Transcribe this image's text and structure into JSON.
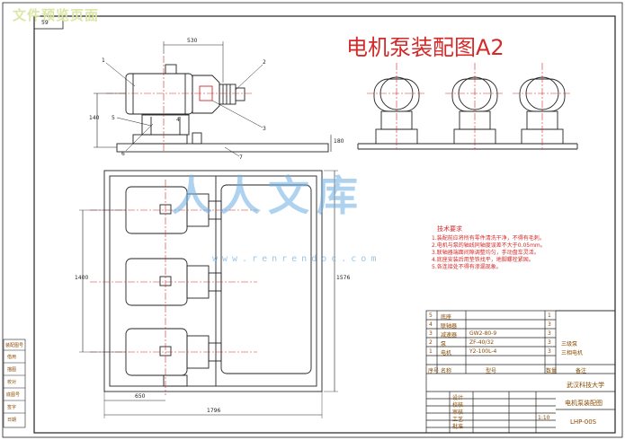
{
  "header_caption": "文件预览页面",
  "drawing_title": "电机泵装配图A2",
  "watermark": {
    "logo": "人人文库",
    "url": "www.renrendoc.com"
  },
  "corner_box": "59",
  "dimensions": {
    "top_width": "530",
    "height_left": "140",
    "height_right": "180",
    "plan_height_left": "1400",
    "plan_height_right": "1576",
    "plan_offset": "650",
    "plan_width": "1796"
  },
  "part_labels": [
    "1",
    "2",
    "3",
    "4",
    "5",
    "6",
    "7"
  ],
  "tech_notes": {
    "heading": "技术要求",
    "lines": [
      "1.装配前应将所有零件清洗干净，不得有毛刺。",
      "2.电机与泵的轴线同轴度误差不大于0.05mm。",
      "3.联轴器端面间隙调整均匀，手动盘车灵活。",
      "4.底座安装后用垫铁找平，地脚螺栓紧固。",
      "5.各连接处不得有渗漏现象。"
    ]
  },
  "bom_rows": [
    [
      "5",
      "底座",
      "",
      "1",
      ""
    ],
    [
      "4",
      "联轴器",
      "",
      "3",
      ""
    ],
    [
      "3",
      "减速器",
      "GW2-80-9",
      "3",
      ""
    ],
    [
      "2",
      "泵",
      "ZF-40/32",
      "3",
      "三级泵"
    ],
    [
      "1",
      "电机",
      "Y2-100L-4",
      "3",
      "三相电机"
    ]
  ],
  "bom_header": [
    "序号",
    "名称",
    "型号",
    "数量",
    "备注"
  ],
  "title_block": {
    "school": "武汉科技大学",
    "drawing_name": "电机泵装配图",
    "drawing_no": "LHP-00S",
    "scale": "1:10",
    "labels": [
      "设计",
      "校核",
      "审核",
      "工艺",
      "批准"
    ]
  },
  "side_strip": [
    "装配图号",
    "借用",
    "描图",
    "校对",
    "底图号",
    "签字",
    "日期"
  ]
}
